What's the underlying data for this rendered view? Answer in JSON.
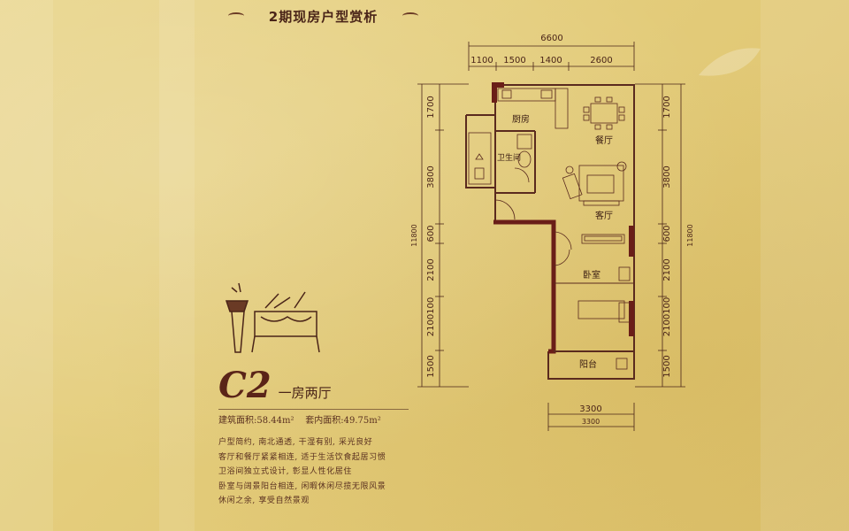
{
  "header": {
    "title": "2期现房户型赏析"
  },
  "unit": {
    "model": "C2",
    "type": "一房两厅",
    "gross_area_label": "建筑面积:",
    "gross_area": "58.44m²",
    "net_area_label": "套内面积:",
    "net_area": "49.75m²",
    "description": [
      "户型简约, 南北通透, 干湿有别, 采光良好",
      "客厅和餐厅紧紧相连, 适于生活饮食起居习惯",
      "卫浴间独立式设计, 彰显人性化居住",
      "卧室与阔景阳台相连, 闲暇休闲尽揽无限风景",
      "休闲之余, 享受自然景观"
    ]
  },
  "floorplan": {
    "rooms": {
      "kitchen": "厨房",
      "bathroom": "卫生间",
      "dining": "餐厅",
      "living": "客厅",
      "bedroom": "卧室",
      "balcony": "阳台"
    },
    "dims_top_total": "6600",
    "dims_top": [
      "1100",
      "1500",
      "1400",
      "2600"
    ],
    "dims_left": [
      "1700",
      "3800",
      "600",
      "2100",
      "2100100",
      "1500"
    ],
    "dims_left_total": "11800",
    "dims_right": [
      "1700",
      "3800",
      "600",
      "2100",
      "2100100",
      "1500"
    ],
    "dims_right_total": "11800",
    "dims_bottom": [
      "3300",
      "3300"
    ]
  }
}
